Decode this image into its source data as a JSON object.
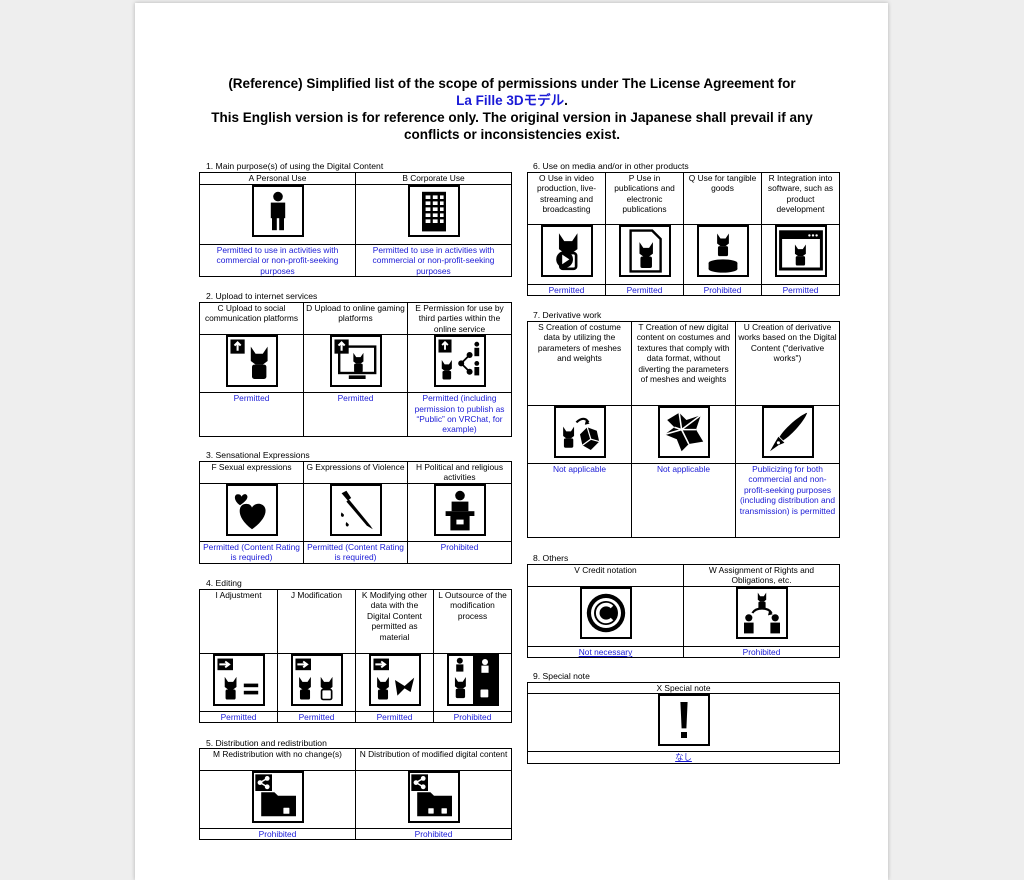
{
  "header": {
    "title_line1": "(Reference) Simplified list of the scope of permissions under The License Agreement for",
    "product_name": "La Fille 3Dモデル",
    "product_suffix": ".",
    "notice_line": "This English version is for reference only. The original version in Japanese shall prevail if any conflicts or inconsistencies exist."
  },
  "colors": {
    "value_text": "#1a1ad6",
    "border": "#000000",
    "page": "#ffffff",
    "backdrop": "#eeeeee"
  },
  "sections": {
    "s1": {
      "heading": "1. Main purpose(s) of using the Digital Content",
      "items": [
        {
          "label": "A Personal Use",
          "icon": "person-icon",
          "value": "Permitted to use in activities with commercial or non-profit-seeking purposes"
        },
        {
          "label": "B  Corporate Use",
          "icon": "office-building-icon",
          "value": "Permitted to use in activities with commercial or non-profit-seeking purposes"
        }
      ]
    },
    "s2": {
      "heading": "2. Upload to internet services",
      "items": [
        {
          "label": "C Upload to social communication platforms",
          "icon": "upload-avatar-icon",
          "value": "Permitted"
        },
        {
          "label": "D Upload to online gaming platforms",
          "icon": "upload-game-screen-icon",
          "value": "Permitted"
        },
        {
          "label": "E Permission for use by third parties within the online service",
          "icon": "share-third-party-icon",
          "value": "Permitted (including permission to publish as “Public” on VRChat, for example)"
        }
      ]
    },
    "s3": {
      "heading": "3. Sensational Expressions",
      "items": [
        {
          "label": "F Sexual expressions",
          "icon": "hearts-icon",
          "value": "Permitted (Content Rating is required)"
        },
        {
          "label": "G Expressions of Violence",
          "icon": "knife-blood-icon",
          "value": "Permitted (Content Rating is required)"
        },
        {
          "label": "H Political and religious activities",
          "icon": "podium-speaker-icon",
          "value": "Prohibited"
        }
      ]
    },
    "s4": {
      "heading": "4. Editing",
      "items": [
        {
          "label": "I Adjustment",
          "icon": "adjust-equal-icon",
          "value": "Permitted"
        },
        {
          "label": "J Modification",
          "icon": "modify-avatar-icon",
          "value": "Permitted"
        },
        {
          "label": "K Modifying other data with the Digital Content permitted as material",
          "icon": "modify-ribbon-icon",
          "value": "Permitted"
        },
        {
          "label": "L Outsource of the modification process",
          "icon": "outsource-icon",
          "value": "Prohibited"
        }
      ]
    },
    "s5": {
      "heading": "5. Distribution and redistribution",
      "items": [
        {
          "label": "M Redistribution with no change(s)",
          "icon": "redistribute-folder-icon",
          "value": "Prohibited"
        },
        {
          "label": "N Distribution of modified digital content",
          "icon": "redistribute-modified-folder-icon",
          "value": "Prohibited"
        }
      ]
    },
    "s6": {
      "heading": "6. Use on media and/or in other products",
      "items": [
        {
          "label": "O Use in video production, live-streaming and broadcasting",
          "icon": "video-play-icon",
          "value": "Permitted"
        },
        {
          "label": "P Use in publications and electronic publications",
          "icon": "publication-page-icon",
          "value": "Permitted"
        },
        {
          "label": "Q Use for tangible goods",
          "icon": "figure-goods-icon",
          "value": "Prohibited"
        },
        {
          "label": "R Integration into software, such as product development",
          "icon": "software-window-icon",
          "value": "Permitted"
        }
      ]
    },
    "s7": {
      "heading": "7. Derivative work",
      "items": [
        {
          "label": "S Creation of costume data by utilizing the parameters of meshes and weights",
          "icon": "costume-data-icon",
          "value": "Not applicable"
        },
        {
          "label": "T Creation of new digital content on costumes and textures that comply with data format, without diverting the parameters of meshes and weights",
          "icon": "fabric-icon",
          "value": "Not applicable"
        },
        {
          "label": "U Creation of derivative works based on the Digital Content (\"derivative works\")",
          "icon": "pen-nib-icon",
          "value": "Publicizing for both commercial and non-profit-seeking purposes (including distribution and transmission) is permitted"
        }
      ]
    },
    "s8": {
      "heading": "8. Others",
      "items": [
        {
          "label": "V Credit notation",
          "icon": "copyright-icon",
          "value": "Not necessary"
        },
        {
          "label": "W Assignment of Rights and Obligations, etc.",
          "icon": "rights-transfer-icon",
          "value": "Prohibited"
        }
      ]
    },
    "s9": {
      "heading": "9. Special note",
      "items": [
        {
          "label": "X Special note",
          "icon": "exclamation-icon",
          "value": "なし"
        }
      ]
    }
  }
}
